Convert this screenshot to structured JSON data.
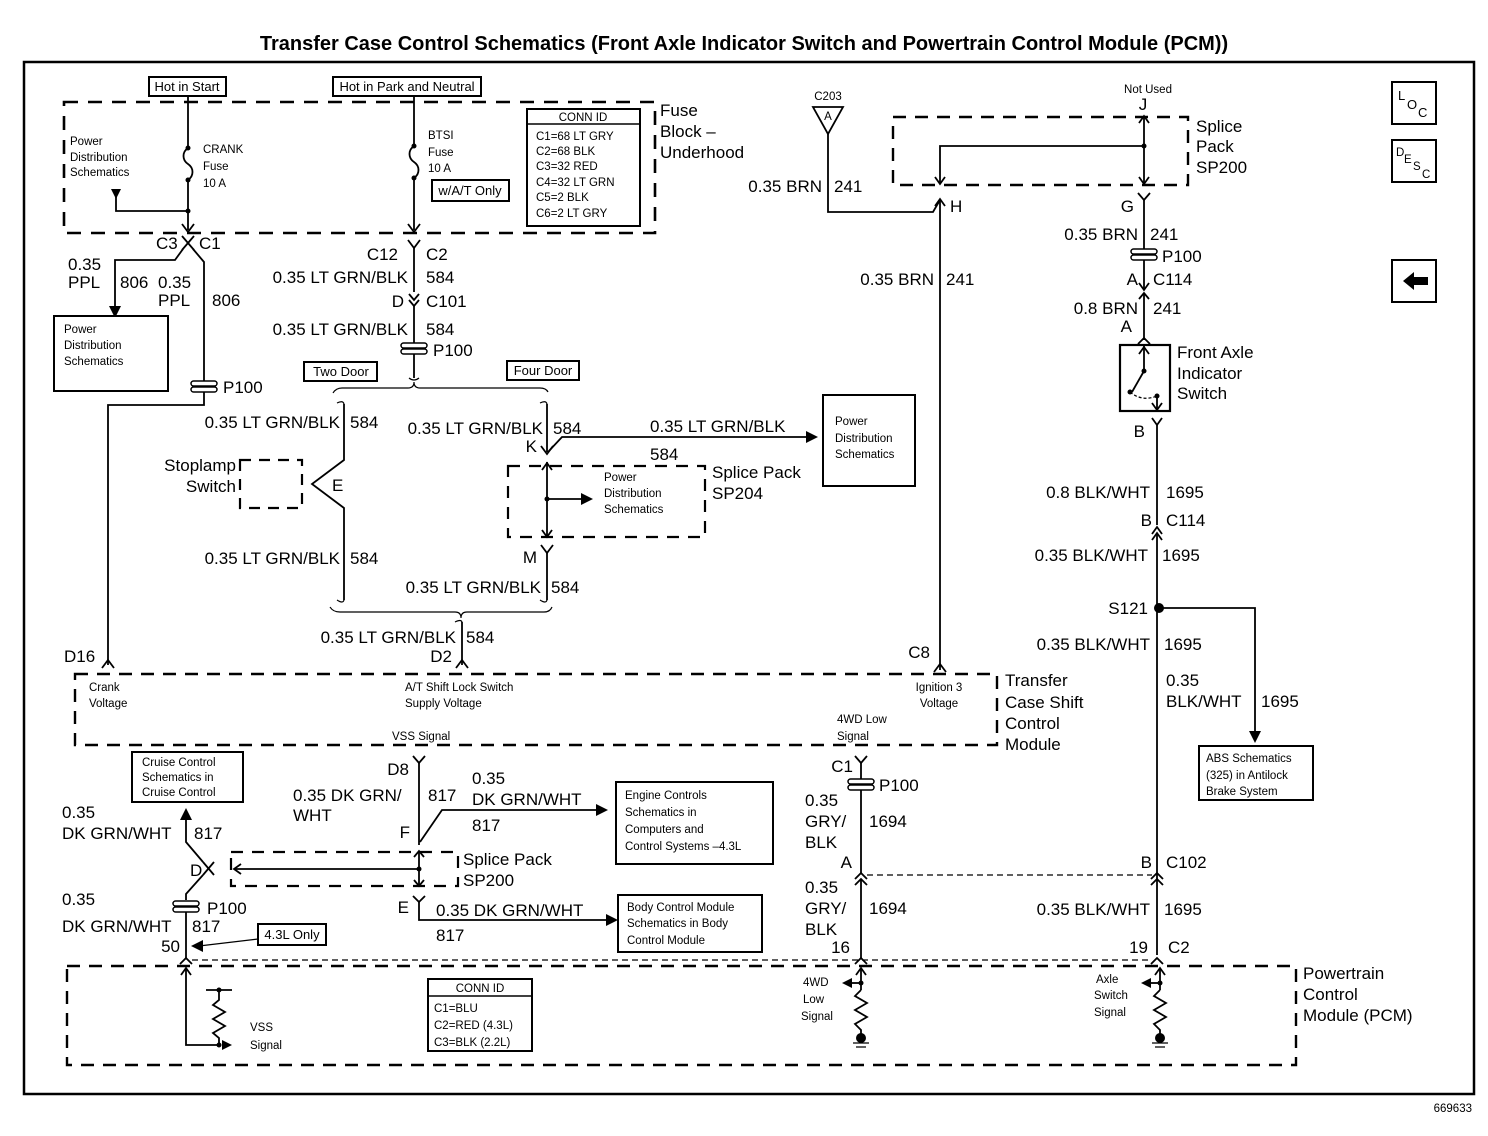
{
  "title": "Transfer Case Control Schematics (Front Axle Indicator Switch and Powertrain Control Module (PCM))",
  "figure_number": "669633",
  "nav_buttons": {
    "loc": {
      "l1": "L",
      "l2": "O",
      "l3": "C"
    },
    "desc": {
      "l1": "D",
      "l2": "E",
      "l3": "S",
      "l4": "C"
    },
    "back_icon": "left-arrow-icon"
  },
  "fuse_block": {
    "name_l1": "Fuse",
    "name_l2": "Block –",
    "name_l3": "Underhood",
    "hot_in_start": "Hot in Start",
    "hot_in_park_neutral": "Hot in Park and Neutral",
    "power_dist_l1": "Power",
    "power_dist_l2": "Distribution",
    "power_dist_l3": "Schematics",
    "crank_fuse_l1": "CRANK",
    "crank_fuse_l2": "Fuse",
    "crank_fuse_l3": "10 A",
    "btsi_fuse_l1": "BTSI",
    "btsi_fuse_l2": "Fuse",
    "btsi_fuse_l3": "10 A",
    "wat_only": "w/A/T Only",
    "conn_id_header": "CONN ID",
    "conn_ids": [
      "C1=68 LT GRY",
      "C2=68 BLK",
      "C3=32 RED",
      "C4=32 LT GRN",
      "C5=2 BLK",
      "C6=2 LT GRY"
    ]
  },
  "crank_circuit": {
    "c3": "C3",
    "c1": "C1",
    "left_gauge": "0.35",
    "left_color": "PPL",
    "left_circuit": "806",
    "right_gauge": "0.35",
    "right_color": "PPL",
    "right_circuit": "806",
    "pd_box_l1": "Power",
    "pd_box_l2": "Distribution",
    "pd_box_l3": "Schematics",
    "p100": "P100",
    "d16": "D16"
  },
  "btsi_circuit": {
    "c12": "C12",
    "c2": "C2",
    "wire1": "0.35 LT GRN/BLK",
    "circuit1": "584",
    "d": "D",
    "c101": "C101",
    "wire2": "0.35 LT GRN/BLK",
    "circuit2": "584",
    "p100": "P100",
    "two_door": "Two Door",
    "four_door": "Four Door",
    "two_door_wire_top": "0.35 LT GRN/BLK",
    "two_door_circuit_top": "584",
    "stoplamp_l1": "Stoplamp",
    "stoplamp_l2": "Switch",
    "e": "E",
    "two_door_wire_bot": "0.35 LT GRN/BLK",
    "two_door_circuit_bot": "584",
    "four_door_wire_top": "0.35 LT GRN/BLK",
    "four_door_circuit_top": "584",
    "k": "K",
    "branch_wire": "0.35 LT GRN/BLK",
    "branch_circuit": "584",
    "pd_right_l1": "Power",
    "pd_right_l2": "Distribution",
    "pd_right_l3": "Schematics",
    "sp204_l1": "Splice Pack",
    "sp204_l2": "SP204",
    "sp204_pd_l1": "Power",
    "sp204_pd_l2": "Distribution",
    "sp204_pd_l3": "Schematics",
    "m": "M",
    "four_door_wire_bot": "0.35 LT GRN/BLK",
    "four_door_circuit_bot": "584",
    "merged_wire": "0.35 LT GRN/BLK",
    "merged_circuit": "584",
    "d2": "D2"
  },
  "ignition_circuit": {
    "c203": "C203",
    "c203_pin": "A",
    "wire1": "0.35 BRN",
    "circuit1": "241",
    "h": "H",
    "wire2": "0.35 BRN",
    "circuit2": "241",
    "c8": "C8",
    "not_used": "Not Used",
    "j": "J",
    "sp200_l1": "Splice",
    "sp200_l2": "Pack",
    "sp200_l3": "SP200",
    "g": "G",
    "wire3": "0.35 BRN",
    "circuit3": "241",
    "p100": "P100",
    "a1": "A",
    "c114": "C114",
    "wire4": "0.8 BRN",
    "circuit4": "241",
    "a2": "A"
  },
  "front_axle_switch": {
    "name_l1": "Front Axle",
    "name_l2": "Indicator",
    "name_l3": "Switch",
    "b": "B",
    "wire1": "0.8 BLK/WHT",
    "circuit1": "1695",
    "b2": "B",
    "c114": "C114",
    "wire2": "0.35 BLK/WHT",
    "circuit2": "1695",
    "s121": "S121",
    "wire3": "0.35 BLK/WHT",
    "circuit3": "1695",
    "abs_gauge": "0.35",
    "abs_color": "BLK/WHT",
    "abs_circuit": "1695",
    "abs_l1": "ABS Schematics",
    "abs_l2": "(325) in Antilock",
    "abs_l3": "Brake System"
  },
  "tcscm": {
    "name_l1": "Transfer",
    "name_l2": "Case Shift",
    "name_l3": "Control",
    "name_l4": "Module",
    "crank_l1": "Crank",
    "crank_l2": "Voltage",
    "shift_lock_l1": "A/T Shift Lock Switch",
    "shift_lock_l2": "Supply Voltage",
    "vss": "VSS Signal",
    "ign3_l1": "Ignition 3",
    "ign3_l2": "Voltage",
    "low4wd_l1": "4WD Low",
    "low4wd_l2": "Signal"
  },
  "vss_circuit": {
    "d8": "D8",
    "wire1_l1": "0.35 DK GRN/",
    "wire1_l2": "WHT",
    "circuit1": "817",
    "f": "F",
    "ec_gauge": "0.35",
    "ec_color": "DK GRN/WHT",
    "ec_circuit": "817",
    "ec_l1": "Engine Controls",
    "ec_l2": "Schematics in",
    "ec_l3": "Computers and",
    "ec_l4": "Control Systems –4.3L",
    "sp200_l1": "Splice Pack",
    "sp200_l2": "SP200",
    "e": "E",
    "bcm_wire": "0.35 DK GRN/WHT",
    "bcm_circuit": "817",
    "bcm_l1": "Body Control Module",
    "bcm_l2": "Schematics in Body",
    "bcm_l3": "Control Module",
    "cruise_l1": "Cruise Control",
    "cruise_l2": "Schematics in",
    "cruise_l3": "Cruise Control",
    "cc_gauge": "0.35",
    "cc_color": "DK GRN/WHT",
    "cc_circuit": "817",
    "d": "D",
    "p100": "P100",
    "pcm_gauge": "0.35",
    "pcm_color": "DK GRN/WHT",
    "pcm_circuit": "817",
    "pin50": "50",
    "only43": "4.3L Only"
  },
  "low4wd_circuit": {
    "c1": "C1",
    "p100": "P100",
    "w1_l1": "0.35",
    "w1_l2": "GRY/",
    "w1_l3": "BLK",
    "circuit1": "1694",
    "a": "A",
    "w2_l1": "0.35",
    "w2_l2": "GRY/",
    "w2_l3": "BLK",
    "circuit2": "1694",
    "pin16": "16",
    "b": "B",
    "c102": "C102",
    "axle_wire": "0.35 BLK/WHT",
    "axle_circuit": "1695",
    "pin19": "19",
    "c2": "C2"
  },
  "pcm": {
    "name_l1": "Powertrain",
    "name_l2": "Control",
    "name_l3": "Module (PCM)",
    "vss_l1": "VSS",
    "vss_l2": "Signal",
    "conn_id_header": "CONN ID",
    "conn_ids": [
      "C1=BLU",
      "C2=RED (4.3L)",
      "C3=BLK (2.2L)"
    ],
    "low4wd_l1": "4WD",
    "low4wd_l2": "Low",
    "low4wd_l3": "Signal",
    "axle_l1": "Axle",
    "axle_l2": "Switch",
    "axle_l3": "Signal"
  }
}
